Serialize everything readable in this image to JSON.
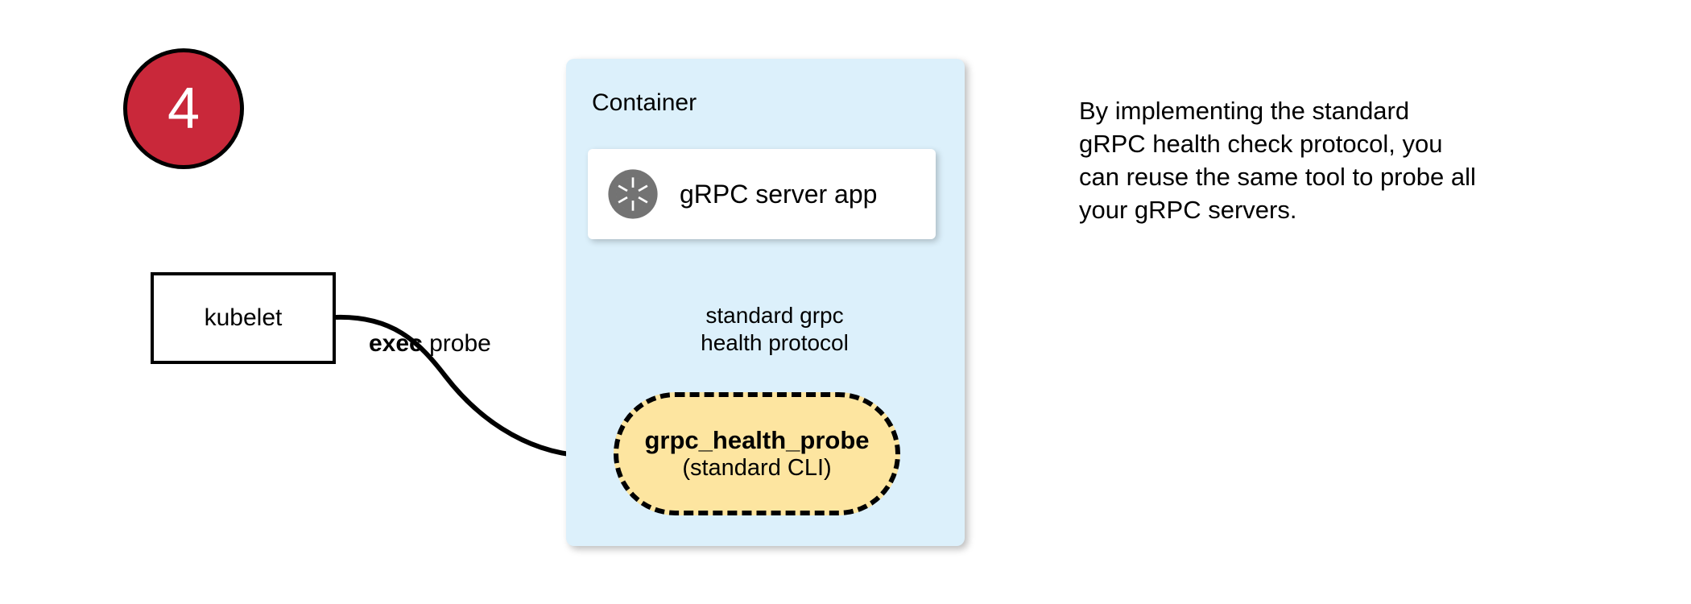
{
  "step": {
    "number": "4",
    "fill_color": "#c9283a",
    "text_color": "#ffffff"
  },
  "kubelet": {
    "label": "kubelet"
  },
  "edges": {
    "exec_probe": {
      "bold_part": "exec",
      "rest_part": " probe"
    },
    "protocol": {
      "line1": "standard grpc",
      "line2": "health protocol"
    }
  },
  "container": {
    "title": "Container",
    "fill_color": "#dcf0fb",
    "server_app": {
      "label": "gRPC server app",
      "icon": "grpc-aperture-icon",
      "icon_color": "#737373"
    },
    "probe_node": {
      "name": "grpc_health_probe",
      "subtitle": "(standard CLI)",
      "fill_color": "#fde5a0",
      "border_style": "dashed"
    }
  },
  "annotation": {
    "line1": "By implementing the standard",
    "line2": "gRPC health check protocol, you",
    "line3": "can reuse the same tool to probe all",
    "line4": "your gRPC servers."
  }
}
